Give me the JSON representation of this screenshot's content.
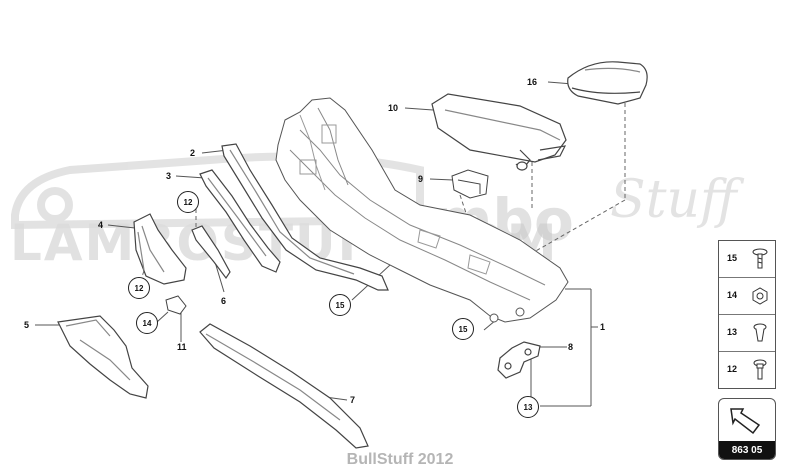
{
  "watermark": {
    "line1": "LAMBOSTUFF.COM",
    "line2": "mbo",
    "line3": "Stuff"
  },
  "callouts": {
    "p1": "1",
    "p2": "2",
    "p3": "3",
    "p4": "4",
    "p5": "5",
    "p6": "6",
    "p7": "7",
    "p8": "8",
    "p9": "9",
    "p10": "10",
    "p11": "11",
    "p16": "16"
  },
  "circled": {
    "c12a": "12",
    "c12b": "12",
    "c14": "14",
    "c15a": "15",
    "c15b": "15",
    "c13": "13"
  },
  "legend": [
    {
      "number": "15",
      "icon": "screw-icon"
    },
    {
      "number": "14",
      "icon": "nut-icon"
    },
    {
      "number": "13",
      "icon": "clip-icon"
    },
    {
      "number": "12",
      "icon": "bolt-icon"
    }
  ],
  "reference_code": "863 05",
  "footer": "BullStuff 2012"
}
